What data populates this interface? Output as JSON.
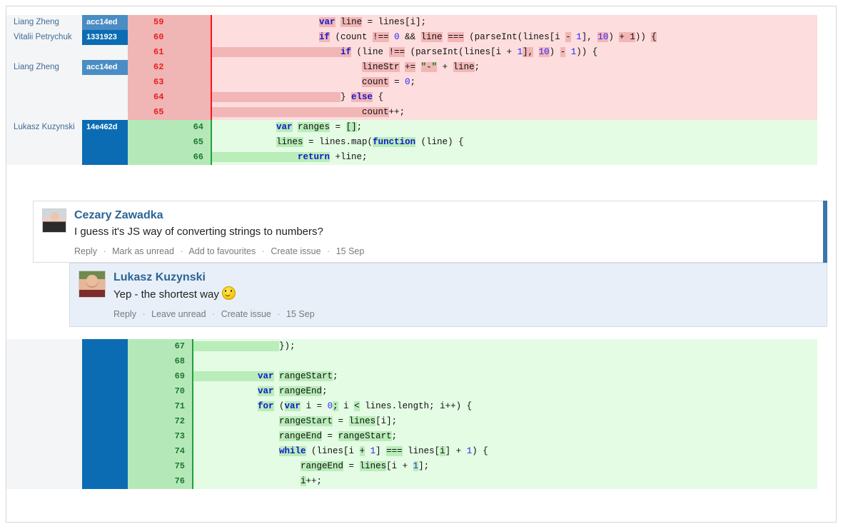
{
  "diff": {
    "top_rows": [
      {
        "author": "Liang Zheng",
        "hash": "acc14ed",
        "hash_style": "hash-a",
        "num": "59",
        "type": "del",
        "tokens": [
          {
            "t": "                    ",
            "c": "plain"
          },
          {
            "t": "var",
            "c": "kw hl-r"
          },
          {
            "t": " ",
            "c": "plain"
          },
          {
            "t": "line",
            "c": "plain hl-r"
          },
          {
            "t": " = lines[i];",
            "c": "plain"
          }
        ]
      },
      {
        "author": "Vitalii Petrychuk",
        "hash": "1331923",
        "hash_style": "hash-b",
        "num": "60",
        "type": "del",
        "tokens": [
          {
            "t": "                    ",
            "c": "plain"
          },
          {
            "t": "if",
            "c": "kw hl-r"
          },
          {
            "t": " (count ",
            "c": "plain"
          },
          {
            "t": "!==",
            "c": "plain hl-r"
          },
          {
            "t": " ",
            "c": "plain"
          },
          {
            "t": "0",
            "c": "num"
          },
          {
            "t": " ",
            "c": "plain"
          },
          {
            "t": "&&",
            "c": "plain"
          },
          {
            "t": " ",
            "c": "plain"
          },
          {
            "t": "line",
            "c": "plain hl-r"
          },
          {
            "t": " ",
            "c": "plain"
          },
          {
            "t": "===",
            "c": "plain hl-r"
          },
          {
            "t": " (parseInt(lines[i ",
            "c": "plain"
          },
          {
            "t": "-",
            "c": "plain hl-r"
          },
          {
            "t": " ",
            "c": "plain"
          },
          {
            "t": "1",
            "c": "num"
          },
          {
            "t": "],",
            "c": "plain"
          },
          {
            "t": " ",
            "c": "plain"
          },
          {
            "t": "10",
            "c": "num hl-r"
          },
          {
            "t": ") ",
            "c": "plain"
          },
          {
            "t": "+ 1",
            "c": "plain hl-r"
          },
          {
            "t": ")) ",
            "c": "plain"
          },
          {
            "t": "{",
            "c": "plain hl-r"
          }
        ]
      },
      {
        "author": "",
        "hash": "",
        "hash_style": "hash-blank",
        "num": "61",
        "type": "del",
        "tokens": [
          {
            "t": "                        ",
            "c": "plain hl-r"
          },
          {
            "t": "if",
            "c": "kw hl-r"
          },
          {
            "t": " (line ",
            "c": "plain"
          },
          {
            "t": "!==",
            "c": "plain hl-r"
          },
          {
            "t": " (parseInt(lines[i + ",
            "c": "plain"
          },
          {
            "t": "1",
            "c": "num"
          },
          {
            "t": "],",
            "c": "plain hl-r"
          },
          {
            "t": " ",
            "c": "plain"
          },
          {
            "t": "10",
            "c": "num hl-r"
          },
          {
            "t": ") ",
            "c": "plain"
          },
          {
            "t": "-",
            "c": "plain hl-r"
          },
          {
            "t": " ",
            "c": "plain"
          },
          {
            "t": "1",
            "c": "num"
          },
          {
            "t": ")) {",
            "c": "plain"
          }
        ]
      },
      {
        "author": "Liang Zheng",
        "hash": "acc14ed",
        "hash_style": "hash-a",
        "num": "62",
        "type": "del",
        "tokens": [
          {
            "t": "                            ",
            "c": "plain"
          },
          {
            "t": "lineStr",
            "c": "plain hl-r"
          },
          {
            "t": " ",
            "c": "plain"
          },
          {
            "t": "+=",
            "c": "plain hl-r"
          },
          {
            "t": " ",
            "c": "plain"
          },
          {
            "t": "\"-\"",
            "c": "str hl-r"
          },
          {
            "t": " + ",
            "c": "plain"
          },
          {
            "t": "line",
            "c": "plain hl-r"
          },
          {
            "t": ";",
            "c": "plain"
          }
        ]
      },
      {
        "author": "",
        "hash": "",
        "hash_style": "hash-blank",
        "num": "63",
        "type": "del",
        "tokens": [
          {
            "t": "                            ",
            "c": "plain"
          },
          {
            "t": "count",
            "c": "plain hl-r"
          },
          {
            "t": " = ",
            "c": "plain"
          },
          {
            "t": "0",
            "c": "num"
          },
          {
            "t": ";",
            "c": "plain"
          }
        ]
      },
      {
        "author": "",
        "hash": "",
        "hash_style": "hash-blank",
        "num": "64",
        "type": "del",
        "tokens": [
          {
            "t": "                        ",
            "c": "plain hl-r"
          },
          {
            "t": "} ",
            "c": "plain"
          },
          {
            "t": "else",
            "c": "kw hl-r"
          },
          {
            "t": " {",
            "c": "plain"
          }
        ]
      },
      {
        "author": "",
        "hash": "",
        "hash_style": "hash-blank",
        "num": "65",
        "type": "del",
        "tokens": [
          {
            "t": "                            ",
            "c": "plain hl-r"
          },
          {
            "t": "count",
            "c": "plain hl-r"
          },
          {
            "t": "++;",
            "c": "plain"
          }
        ]
      },
      {
        "author": "Lukasz Kuzynski",
        "hash": "14e462d",
        "hash_style": "hash-b",
        "num": "64",
        "type": "add",
        "tokens": [
          {
            "t": "            ",
            "c": "plain"
          },
          {
            "t": "var",
            "c": "kw hl-g"
          },
          {
            "t": " ",
            "c": "plain"
          },
          {
            "t": "ranges",
            "c": "plain hl-g"
          },
          {
            "t": " = ",
            "c": "plain"
          },
          {
            "t": "[]",
            "c": "plain hl-g"
          },
          {
            "t": ";",
            "c": "plain"
          }
        ]
      },
      {
        "author": "",
        "hash": "",
        "hash_style": "hash-blank",
        "num": "65",
        "type": "add",
        "tokens": [
          {
            "t": "            ",
            "c": "plain"
          },
          {
            "t": "lines",
            "c": "plain hl-g"
          },
          {
            "t": " = lines.map(",
            "c": "plain"
          },
          {
            "t": "function",
            "c": "kw hl-g"
          },
          {
            "t": " (line) {",
            "c": "plain"
          }
        ]
      },
      {
        "author": "",
        "hash": "",
        "hash_style": "hash-blank",
        "num": "66",
        "type": "add",
        "tokens": [
          {
            "t": "                ",
            "c": "plain hl-g"
          },
          {
            "t": "return",
            "c": "kw hl-g"
          },
          {
            "t": " +line;",
            "c": "plain"
          }
        ]
      }
    ],
    "bottom_rows": [
      {
        "author": "",
        "hash": "",
        "hash_style": "hash-blank",
        "num": "67",
        "type": "add",
        "tokens": [
          {
            "t": "                ",
            "c": "plain hl-g"
          },
          {
            "t": "});",
            "c": "plain"
          }
        ]
      },
      {
        "author": "",
        "hash": "",
        "hash_style": "hash-blank",
        "num": "68",
        "type": "add",
        "tokens": [
          {
            "t": "",
            "c": "plain"
          }
        ]
      },
      {
        "author": "",
        "hash": "",
        "hash_style": "hash-blank",
        "num": "69",
        "type": "add",
        "tokens": [
          {
            "t": "            ",
            "c": "plain hl-g"
          },
          {
            "t": "var",
            "c": "kw hl-g"
          },
          {
            "t": " ",
            "c": "plain"
          },
          {
            "t": "rangeStart",
            "c": "plain hl-g"
          },
          {
            "t": ";",
            "c": "plain"
          }
        ]
      },
      {
        "author": "",
        "hash": "",
        "hash_style": "hash-blank",
        "num": "70",
        "type": "add",
        "tokens": [
          {
            "t": "            ",
            "c": "plain"
          },
          {
            "t": "var",
            "c": "kw hl-g"
          },
          {
            "t": " ",
            "c": "plain"
          },
          {
            "t": "rangeEnd",
            "c": "plain hl-g"
          },
          {
            "t": ";",
            "c": "plain"
          }
        ]
      },
      {
        "author": "",
        "hash": "",
        "hash_style": "hash-blank",
        "num": "71",
        "type": "add",
        "tokens": [
          {
            "t": "            ",
            "c": "plain"
          },
          {
            "t": "for",
            "c": "kw hl-g"
          },
          {
            "t": " (",
            "c": "plain"
          },
          {
            "t": "var",
            "c": "kw hl-g"
          },
          {
            "t": " i = ",
            "c": "plain"
          },
          {
            "t": "0",
            "c": "num"
          },
          {
            "t": ";",
            "c": "plain hl-g"
          },
          {
            "t": " i ",
            "c": "plain"
          },
          {
            "t": "<",
            "c": "plain hl-g"
          },
          {
            "t": " lines.length; i++) {",
            "c": "plain"
          }
        ]
      },
      {
        "author": "",
        "hash": "",
        "hash_style": "hash-blank",
        "num": "72",
        "type": "add",
        "tokens": [
          {
            "t": "                ",
            "c": "plain"
          },
          {
            "t": "rangeStart",
            "c": "plain hl-g"
          },
          {
            "t": " = ",
            "c": "plain"
          },
          {
            "t": "lines",
            "c": "plain hl-g"
          },
          {
            "t": "[i];",
            "c": "plain"
          }
        ]
      },
      {
        "author": "",
        "hash": "",
        "hash_style": "hash-blank",
        "num": "73",
        "type": "add",
        "tokens": [
          {
            "t": "                ",
            "c": "plain"
          },
          {
            "t": "rangeEnd",
            "c": "plain hl-g"
          },
          {
            "t": " = ",
            "c": "plain"
          },
          {
            "t": "rangeStart",
            "c": "plain hl-g"
          },
          {
            "t": ";",
            "c": "plain"
          }
        ]
      },
      {
        "author": "",
        "hash": "",
        "hash_style": "hash-blank",
        "num": "74",
        "type": "add",
        "tokens": [
          {
            "t": "                ",
            "c": "plain"
          },
          {
            "t": "while",
            "c": "kw hl-g"
          },
          {
            "t": " (lines[i ",
            "c": "plain"
          },
          {
            "t": "+",
            "c": "plain hl-g"
          },
          {
            "t": " ",
            "c": "plain"
          },
          {
            "t": "1",
            "c": "num"
          },
          {
            "t": "] ",
            "c": "plain"
          },
          {
            "t": "===",
            "c": "plain hl-g"
          },
          {
            "t": " lines[",
            "c": "plain"
          },
          {
            "t": "i",
            "c": "plain hl-g"
          },
          {
            "t": "] + ",
            "c": "plain"
          },
          {
            "t": "1",
            "c": "num"
          },
          {
            "t": ") {",
            "c": "plain"
          }
        ]
      },
      {
        "author": "",
        "hash": "",
        "hash_style": "hash-blank",
        "num": "75",
        "type": "add",
        "tokens": [
          {
            "t": "                    ",
            "c": "plain"
          },
          {
            "t": "rangeEnd",
            "c": "plain hl-g"
          },
          {
            "t": " = ",
            "c": "plain"
          },
          {
            "t": "lines",
            "c": "plain hl-g"
          },
          {
            "t": "[i + ",
            "c": "plain"
          },
          {
            "t": "1",
            "c": "num hl-g"
          },
          {
            "t": "];",
            "c": "plain"
          }
        ]
      },
      {
        "author": "",
        "hash": "",
        "hash_style": "hash-blank",
        "num": "76",
        "type": "add",
        "tokens": [
          {
            "t": "                    ",
            "c": "plain"
          },
          {
            "t": "i",
            "c": "plain hl-g"
          },
          {
            "t": "++;",
            "c": "plain"
          }
        ]
      }
    ]
  },
  "comments": [
    {
      "author": "Cezary Zawadka",
      "avatar": "avatar-cezary-zawadka",
      "text": "I guess it's JS way of converting strings to numbers?",
      "actions": [
        "Reply",
        "Mark as unread",
        "Add to favourites",
        "Create issue"
      ],
      "date": "15 Sep",
      "accent_color": "#3a76ab"
    },
    {
      "author": "Lukasz Kuzynski",
      "avatar": "avatar-lukasz-kuzynski",
      "text": "Yep - the shortest way",
      "emoji": "smiley-face-icon",
      "actions": [
        "Reply",
        "Leave unread",
        "Create issue"
      ],
      "date": "15 Sep",
      "background_color": "#e8eff8"
    }
  ],
  "colors": {
    "deleted_bg": "#fddddd",
    "deleted_gutter": "#f0b5b5",
    "deleted_marker": "#ff1414",
    "added_bg": "#e4fbe4",
    "added_gutter": "#b5e8b9",
    "added_marker": "#21a03a",
    "hash_light": "#4a8cc4",
    "hash_dark": "#0b6cb3",
    "author_bg": "#f4f5f6",
    "link": "#2a6496"
  }
}
